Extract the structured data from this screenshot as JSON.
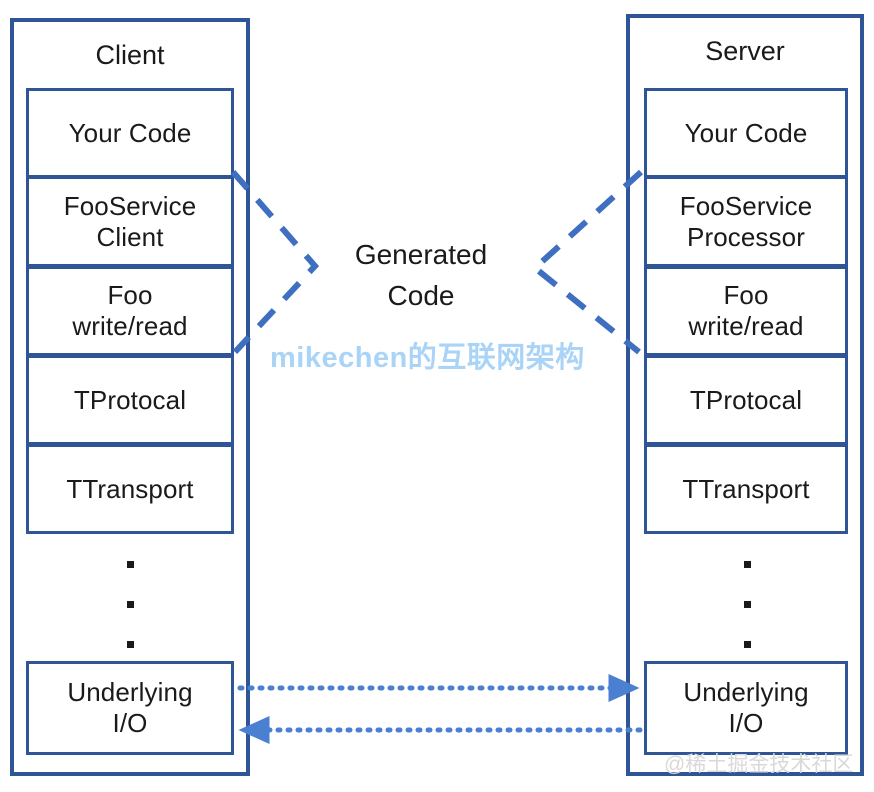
{
  "diagram": {
    "title_client": "Client",
    "title_server": "Server",
    "center_label_line1": "Generated",
    "center_label_line2": "Code",
    "watermark_main": "mikechen的互联网架构",
    "watermark_corner": "@稀土掘金技术社区",
    "colors": {
      "box_border": "#2f5597",
      "connector_dashed": "#3f6fc0",
      "connector_dotted": "#4a7fd1",
      "text": "#1a1a1a",
      "watermark_main": "#aad4f7",
      "watermark_corner": "#d9d9d9",
      "background": "#ffffff"
    },
    "client_layers": [
      {
        "id": "your-code",
        "line1": "Your Code",
        "line2": ""
      },
      {
        "id": "fooservice",
        "line1": "FooService",
        "line2": "Client"
      },
      {
        "id": "foo-writeread",
        "line1": "Foo",
        "line2": "write/read"
      },
      {
        "id": "tprotocal",
        "line1": "TProtocal",
        "line2": ""
      },
      {
        "id": "ttransport",
        "line1": "TTransport",
        "line2": ""
      },
      {
        "id": "underlying-io",
        "line1": "Underlying",
        "line2": "I/O"
      }
    ],
    "server_layers": [
      {
        "id": "your-code",
        "line1": "Your Code",
        "line2": ""
      },
      {
        "id": "fooservice",
        "line1": "FooService",
        "line2": "Processor"
      },
      {
        "id": "foo-writeread",
        "line1": "Foo",
        "line2": "write/read"
      },
      {
        "id": "tprotocal",
        "line1": "TProtocal",
        "line2": ""
      },
      {
        "id": "ttransport",
        "line1": "TTransport",
        "line2": ""
      },
      {
        "id": "underlying-io",
        "line1": "Underlying",
        "line2": "I/O"
      }
    ],
    "ellipsis_dot_count": 3,
    "connections": {
      "client_to_generated": "dashed-chevron-right",
      "server_to_generated": "dashed-chevron-left",
      "io_request": "dotted-arrow-right",
      "io_response": "dotted-arrow-left"
    }
  }
}
